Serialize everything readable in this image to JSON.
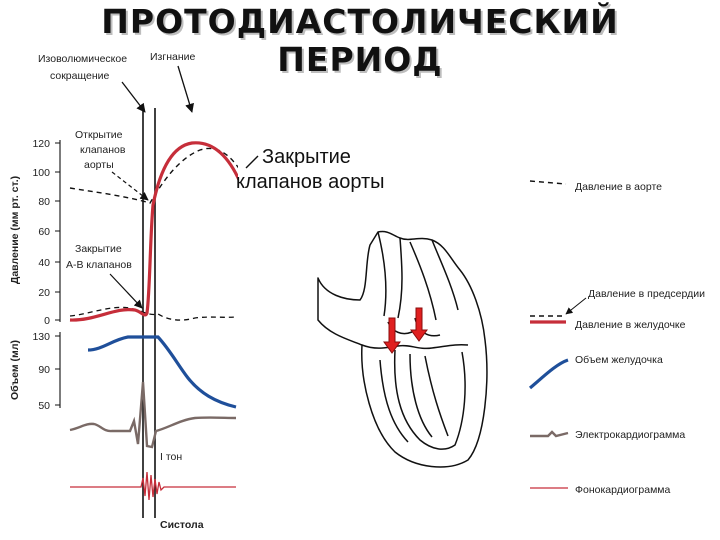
{
  "title": {
    "line1": "ПРОТОДИАСТОЛИЧЕСКИЙ",
    "line2": "ПЕРИОД"
  },
  "phases": {
    "isovolumic": [
      "Изоволюмическое",
      "сокращение"
    ],
    "ejection": "Изгнание",
    "systole": "Систола"
  },
  "events": {
    "aortic_open": [
      "Открытие",
      "клапанов",
      "аорты"
    ],
    "av_close": [
      "Закрытие",
      "А-В клапанов"
    ],
    "aortic_close": [
      "Закрытие",
      "клапанов аорты"
    ],
    "first_tone": "I тон"
  },
  "axes": {
    "pressure": {
      "title": "Давление (мм рт. ст.)",
      "ticks": [
        "120",
        "100",
        "80",
        "60",
        "40",
        "20",
        "0"
      ]
    },
    "volume": {
      "title": "Объем (мл)",
      "ticks": [
        "130",
        "90",
        "50"
      ]
    }
  },
  "legend": [
    {
      "label": "Давление в аорте",
      "style": "dashed",
      "color": "#111111"
    },
    {
      "label": "Давление в предсердии",
      "style": "dashed",
      "color": "#111111"
    },
    {
      "label": "Давление в желудочке",
      "style": "solid",
      "color": "#c62e3a"
    },
    {
      "label": "Объем желудочка",
      "style": "solid",
      "color": "#1f4f9a"
    },
    {
      "label": "Электрокардиограмма",
      "style": "solid",
      "color": "#7a6a66"
    },
    {
      "label": "Фонокардиограмма",
      "style": "solid",
      "color": "#c62e3a"
    }
  ],
  "colors": {
    "ventricle_pressure": "#c62e3a",
    "volume": "#1f4f9a",
    "ecg": "#7a6a66",
    "arrow": "#e02020"
  }
}
